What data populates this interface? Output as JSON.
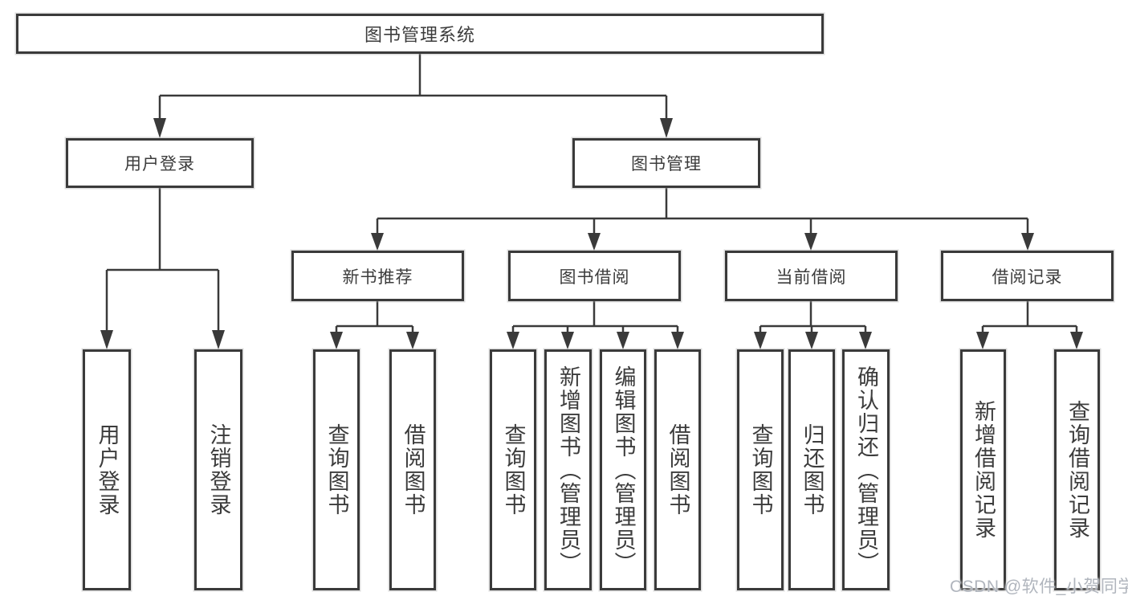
{
  "tree": {
    "label": "图书管理系统",
    "children": [
      {
        "label": "用户登录",
        "children": [
          {
            "label": "用户登录"
          },
          {
            "label": "注销登录"
          }
        ]
      },
      {
        "label": "图书管理",
        "children": [
          {
            "label": "新书推荐",
            "children": [
              {
                "label": "查询图书"
              },
              {
                "label": "借阅图书"
              }
            ]
          },
          {
            "label": "图书借阅",
            "children": [
              {
                "label": "查询图书"
              },
              {
                "label": "新增图书（管理员）"
              },
              {
                "label": "编辑图书（管理员）"
              },
              {
                "label": "借阅图书"
              }
            ]
          },
          {
            "label": "当前借阅",
            "children": [
              {
                "label": "查询图书"
              },
              {
                "label": "归还图书"
              },
              {
                "label": "确认归还（管理员）"
              }
            ]
          },
          {
            "label": "借阅记录",
            "children": [
              {
                "label": "新增借阅记录"
              },
              {
                "label": "查询借阅记录"
              }
            ]
          }
        ]
      }
    ]
  },
  "watermark": "CSDN @软件_小贺同学",
  "colors": {
    "line": "#3a3a3a",
    "text": "#3c3c3c",
    "watermark_text": "#b0b5bd",
    "background": "#ffffff"
  }
}
